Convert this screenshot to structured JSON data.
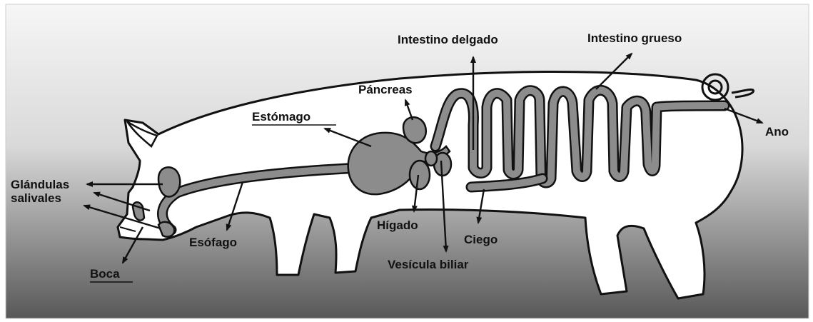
{
  "diagram": {
    "labels": {
      "intestino_delgado": "Intestino delgado",
      "intestino_grueso": "Intestino grueso",
      "pancreas": "Páncreas",
      "estomago": "Estómago",
      "ano": "Ano",
      "glandulas": "Glándulas",
      "salivales": "salivales",
      "boca": "Boca",
      "esofago": "Esófago",
      "higado": "Hígado",
      "ciego": "Ciego",
      "vesicula_biliar": "Vesícula biliar"
    },
    "colors": {
      "background_top": "#f4f4f4",
      "background_bottom": "#5a5a5a",
      "body": "#ffffff",
      "organ": "#8c8c8c",
      "outline": "#111111"
    }
  }
}
